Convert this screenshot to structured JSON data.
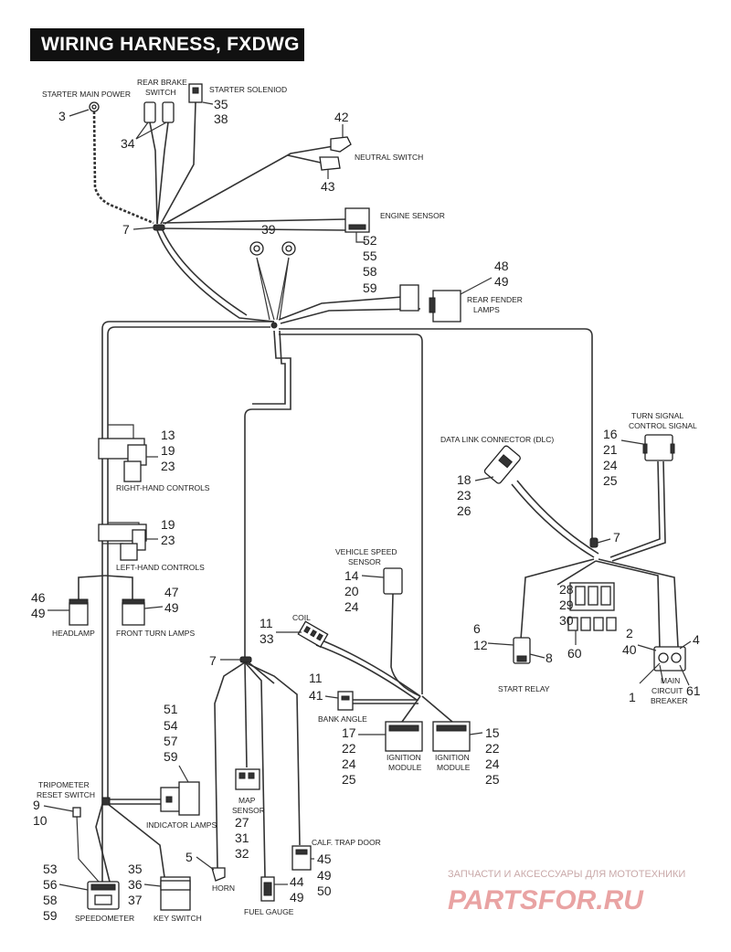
{
  "title": "WIRING HARNESS, FXDWG",
  "labels": {
    "starter_main_power": "STARTER MAIN POWER",
    "rear_brake_switch_1": "REAR BRAKE",
    "rear_brake_switch_2": "SWITCH",
    "starter_solenoid": "STARTER SOLENIOD",
    "neutral_switch": "NEUTRAL SWITCH",
    "engine_sensor": "ENGINE SENSOR",
    "rear_fender_lamps_1": "REAR FENDER",
    "rear_fender_lamps_2": "LAMPS",
    "right_hand_controls": "RIGHT-HAND CONTROLS",
    "left_hand_controls": "LEFT-HAND CONTROLS",
    "data_link_connector": "DATA LINK CONNECTOR (DLC)",
    "turn_signal_1": "TURN SIGNAL",
    "turn_signal_2": "CONTROL SIGNAL",
    "vehicle_speed_sensor_1": "VEHICLE SPEED",
    "vehicle_speed_sensor_2": "SENSOR",
    "headlamp": "HEADLAMP",
    "front_turn_lamps": "FRONT TURN LAMPS",
    "coil": "COIL",
    "start_relay": "START RELAY",
    "main_circuit_breaker_1": "MAIN",
    "main_circuit_breaker_2": "CIRCUIT",
    "main_circuit_breaker_3": "BREAKER",
    "bank_angle": "BANK ANGLE",
    "ignition_module_a_1": "IGNITION",
    "ignition_module_a_2": "MODULE",
    "ignition_module_b_1": "IGNITION",
    "ignition_module_b_2": "MODULE",
    "indicator_lamps": "INDICATOR LAMPS",
    "tripometer_1": "TRIPOMETER",
    "tripometer_2": "RESET SWITCH",
    "map_sensor_1": "MAP",
    "map_sensor_2": "SENSOR",
    "calf_trap_door": "CALF. TRAP DOOR",
    "horn": "HORN",
    "fuel_gauge": "FUEL GAUGE",
    "speedometer": "SPEEDOMETER",
    "key_switch": "KEY SWITCH"
  },
  "refs": {
    "starter_main_power": [
      "3"
    ],
    "rear_brake_switch": [
      "34"
    ],
    "starter_solenoid": [
      "35",
      "38"
    ],
    "neutral_switch_top": [
      "42"
    ],
    "neutral_switch_bottom": [
      "43"
    ],
    "clip_top": [
      "7"
    ],
    "ground_39": [
      "39"
    ],
    "engine_sensor": [
      "52",
      "55",
      "58",
      "59"
    ],
    "rear_fender_lamps": [
      "48",
      "49"
    ],
    "right_hand_controls": [
      "13",
      "19",
      "23"
    ],
    "left_hand_controls": [
      "19",
      "23"
    ],
    "data_link_connector": [
      "18",
      "23",
      "26"
    ],
    "turn_signal": [
      "16",
      "21",
      "24",
      "25"
    ],
    "clip_right": [
      "7"
    ],
    "vehicle_speed_sensor": [
      "14",
      "20",
      "24"
    ],
    "headlamp": [
      "46",
      "49"
    ],
    "front_turn_lamps": [
      "47",
      "49"
    ],
    "relays_block": [
      "28",
      "29",
      "30"
    ],
    "relays_60": [
      "60"
    ],
    "coil": [
      "11",
      "33"
    ],
    "start_relay_left": [
      "6",
      "12"
    ],
    "start_relay_right": [
      "8"
    ],
    "breaker_left": [
      "2",
      "40"
    ],
    "breaker_right": [
      "4"
    ],
    "breaker_bottom_left": [
      "1"
    ],
    "breaker_bottom_right": [
      "61"
    ],
    "clip_mid": [
      "7"
    ],
    "bank_angle": [
      "11",
      "41"
    ],
    "ignition_module_a": [
      "17",
      "22",
      "24",
      "25"
    ],
    "ignition_module_b": [
      "15",
      "22",
      "24",
      "25"
    ],
    "indicator_lamps": [
      "51",
      "54",
      "57",
      "59"
    ],
    "tripometer": [
      "9",
      "10"
    ],
    "map_sensor": [
      "27",
      "31",
      "32"
    ],
    "calf_trap_door": [
      "45",
      "49",
      "50"
    ],
    "horn": [
      "5"
    ],
    "fuel_gauge": [
      "44",
      "49"
    ],
    "speedometer": [
      "53",
      "56",
      "58",
      "59"
    ],
    "key_switch": [
      "35",
      "36",
      "37"
    ]
  },
  "watermark": {
    "line1": "ЗАПЧАСТИ И АКСЕССУАРЫ ДЛЯ МОТОТЕХНИКИ",
    "line2": "PARTSFOR.RU"
  }
}
